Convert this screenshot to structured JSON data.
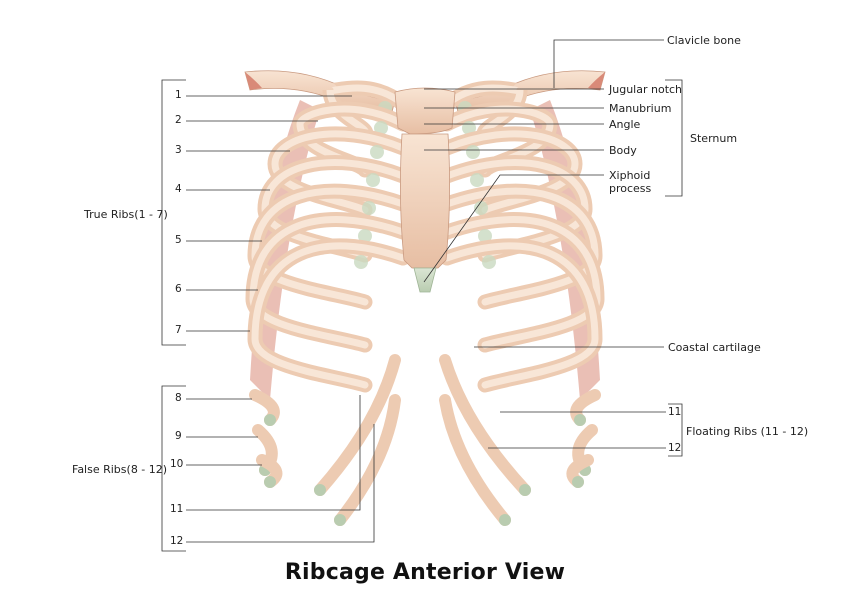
{
  "title": "Ribcage Anterior View",
  "labels": {
    "clavicle": "Clavicle bone",
    "jugular_notch": "Jugular notch",
    "manubrium": "Manubrium",
    "angle": "Angle",
    "body": "Body",
    "xiphoid_1": "Xiphoid",
    "xiphoid_2": "process",
    "sternum": "Sternum",
    "coastal_cartilage": "Coastal cartilage",
    "true_ribs": "True Ribs(1 - 7)",
    "false_ribs": "False Ribs(8 - 12)",
    "floating_ribs": "Floating Ribs (11 - 12)"
  },
  "rib_numbers_left": [
    "1",
    "2",
    "3",
    "4",
    "5",
    "6",
    "7",
    "8",
    "9",
    "10",
    "11",
    "12"
  ],
  "rib_numbers_right": [
    "11",
    "12"
  ],
  "colors": {
    "bone": "#f3d6bf",
    "bone_shadow": "#d9a98d",
    "cartilage": "#c9d9c0",
    "inner_red": "#d98a78",
    "leader": "#333333"
  }
}
